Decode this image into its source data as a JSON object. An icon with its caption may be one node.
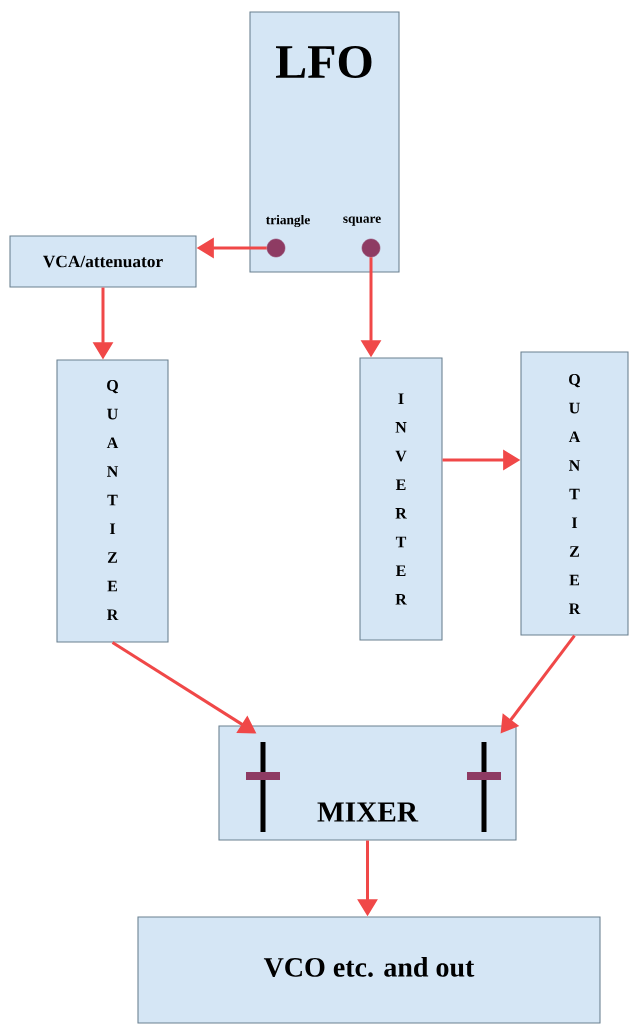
{
  "diagram": {
    "nodes": [
      {
        "text": [
          "LFO"
        ]
      },
      {
        "text": [],
        "shape": "circle",
        "in": 0,
        "beside": [
          "triangle"
        ]
      },
      {
        "text": [],
        "shape": "circle",
        "in": 0,
        "beside": [
          "square"
        ]
      },
      {
        "text": [
          "VCA/attenuator"
        ]
      },
      {
        "text": [
          "Q U A N T I Z E R"
        ]
      },
      {
        "text": [
          "I N V E R T E R"
        ]
      },
      {
        "text": [
          "Q U A N T I Z E R"
        ]
      },
      {
        "text": [
          "MIXER"
        ]
      },
      {
        "text": [
          "VCO etc. and out"
        ]
      }
    ],
    "edges": [
      {
        "from": 1,
        "to": 3,
        "arrow": "to"
      },
      {
        "from": 2,
        "to": 5,
        "arrow": "to"
      },
      {
        "from": 3,
        "to": 4,
        "arrow": "to"
      },
      {
        "from": 5,
        "to": 6,
        "arrow": "to"
      },
      {
        "from": 4,
        "to": 7,
        "arrow": "to"
      },
      {
        "from": 6,
        "to": 7,
        "arrow": "to"
      },
      {
        "from": 7,
        "to": 8,
        "arrow": "to"
      }
    ]
  }
}
